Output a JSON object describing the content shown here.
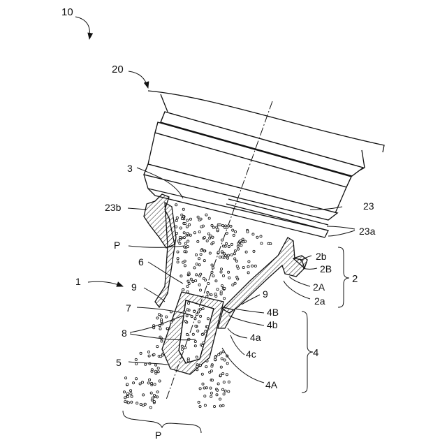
{
  "figure": {
    "labels": {
      "fig_number": "10",
      "container": "20",
      "powder_space": "3",
      "flange": "23b",
      "neck": "23",
      "neck_rib": "23a",
      "powder_top": "P",
      "powder_bottom": "P",
      "wall": "6",
      "device": "1",
      "gap_left": "9",
      "gap_right": "9",
      "inner": "7",
      "slit": "8",
      "tip": "5",
      "outer_b": "4B",
      "outer_4b": "4b",
      "outer_4a": "4a",
      "outer_4c": "4c",
      "outer_A": "4A",
      "cap_2b": "2b",
      "cap_2B": "2B",
      "cap_2A": "2A",
      "cap_2a": "2a",
      "group_2": "2",
      "group_4": "4"
    }
  }
}
